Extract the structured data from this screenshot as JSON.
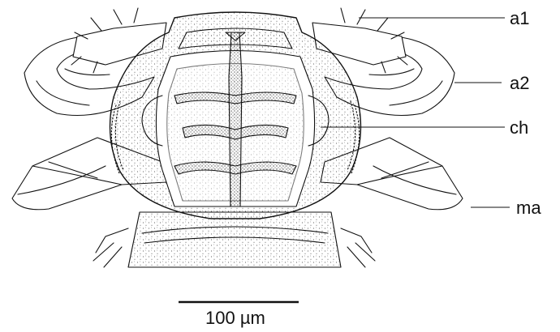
{
  "figure": {
    "labels": [
      {
        "id": "a1",
        "text": "a1"
      },
      {
        "id": "a2",
        "text": "a2"
      },
      {
        "id": "ch",
        "text": "ch"
      },
      {
        "id": "ma",
        "text": "ma"
      }
    ],
    "scale_bar": {
      "text": "100 µm"
    }
  },
  "colors": {
    "ink": "#111111",
    "background": "#ffffff",
    "stipple": "#333333"
  }
}
